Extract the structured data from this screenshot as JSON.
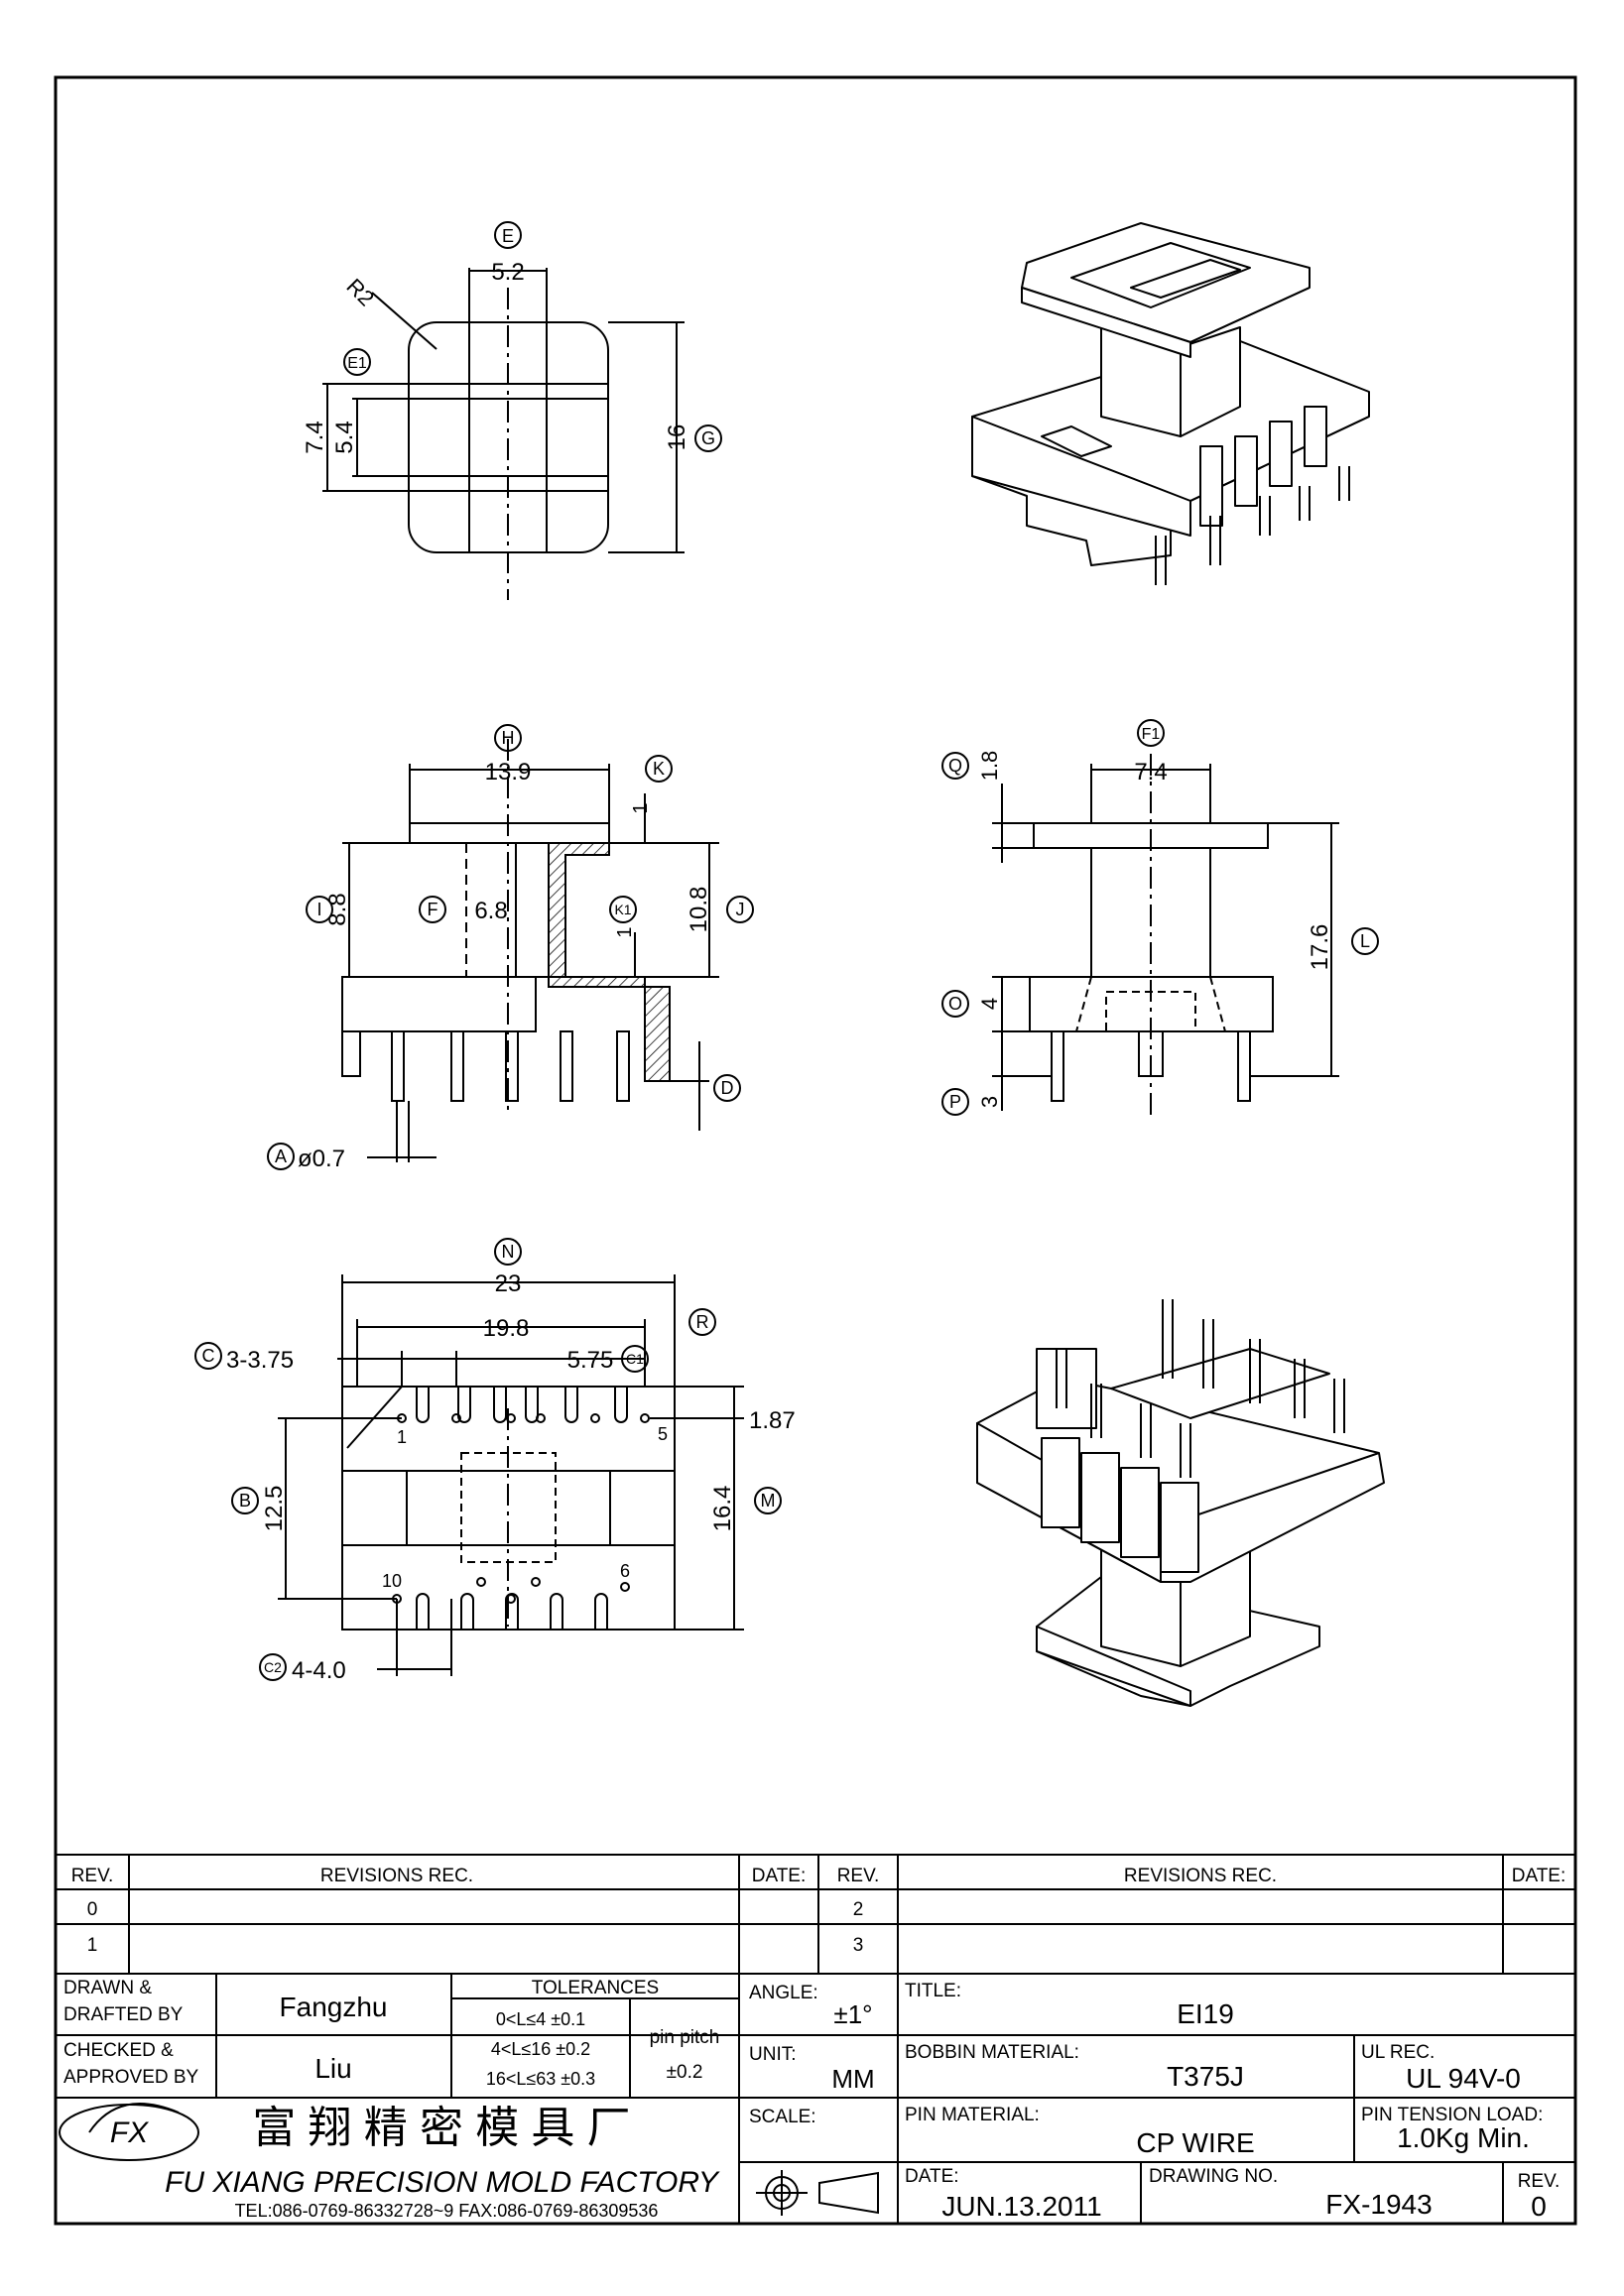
{
  "views": {
    "top": {
      "label_E": "E",
      "dim_E": "5.2",
      "radius": "R2",
      "label_E1": "E1",
      "dim_E1_outer": "7.4",
      "dim_E1_inner": "5.4",
      "dim_G": "16",
      "label_G": "G"
    },
    "side": {
      "label_H": "H",
      "dim_H": "13.9",
      "label_K": "K",
      "dim_K": "1",
      "label_I": "I",
      "dim_I": "8.8",
      "label_F": "F",
      "dim_F": "6.8",
      "label_K1": "K1",
      "dim_K1": "1",
      "dim_J": "10.8",
      "label_J": "J",
      "label_D": "D",
      "label_A": "A",
      "dim_A": "ø0.7"
    },
    "front": {
      "label_F1": "F1",
      "dim_F1": "7.4",
      "label_Q": "Q",
      "dim_Q": "1.8",
      "dim_L": "17.6",
      "label_L": "L",
      "label_O": "O",
      "dim_O": "4",
      "label_P": "P",
      "dim_P": "3"
    },
    "bottom": {
      "label_N": "N",
      "dim_N": "23",
      "dim_R": "19.8",
      "label_R": "R",
      "label_C": "C",
      "dim_C": "3-3.75",
      "dim_C1": "5.75",
      "label_C1": "C1",
      "pin_1": "1",
      "pin_5": "5",
      "dim_187": "1.87",
      "label_B": "B",
      "dim_B": "12.5",
      "dim_M": "16.4",
      "label_M": "M",
      "pin_10": "10",
      "pin_6": "6",
      "label_C2": "C2",
      "dim_C2": "4-4.0"
    }
  },
  "revisions": {
    "header": {
      "rev": "REV.",
      "revisions_rec": "REVISIONS   REC.",
      "date": "DATE:"
    },
    "left_rows": [
      "0",
      "1"
    ],
    "right_rows": [
      "2",
      "3"
    ]
  },
  "title_block": {
    "drawn_label_1": "DRAWN &",
    "drawn_label_2": "DRAFTED BY",
    "drawn_by": "Fangzhu",
    "checked_label_1": "CHECKED &",
    "checked_label_2": "APPROVED BY",
    "checked_by": "Liu",
    "tolerances_label": "TOLERANCES",
    "tol_1": "0<L≤4   ±0.1",
    "tol_2": "4<L≤16  ±0.2",
    "tol_3": "16<L≤63  ±0.3",
    "pin_pitch_label": "pin pitch",
    "pin_pitch": "±0.2",
    "angle_label": "ANGLE:",
    "angle": "±1°",
    "unit_label": "UNIT:",
    "unit": "MM",
    "scale_label": "SCALE:",
    "title_label": "TITLE:",
    "title": "EI19",
    "bobbin_label": "BOBBIN MATERIAL:",
    "bobbin": "T375J",
    "ul_label": "UL REC.",
    "ul": "UL 94V-0",
    "pin_mat_label": "PIN MATERIAL:",
    "pin_mat": "CP WIRE",
    "tension_label": "PIN TENSION LOAD:",
    "tension": "1.0Kg Min.",
    "date_label": "DATE:",
    "date": "JUN.13.2011",
    "drawing_no_label": "DRAWING NO.",
    "drawing_no": "FX-1943",
    "rev_label": "REV.",
    "rev": "0",
    "company_cn": "富 翔 精 密 模 具 厂",
    "company_en": "FU XIANG PRECISION MOLD FACTORY",
    "contact": "TEL:086-0769-86332728~9  FAX:086-0769-86309536",
    "logo_text": "FX"
  }
}
